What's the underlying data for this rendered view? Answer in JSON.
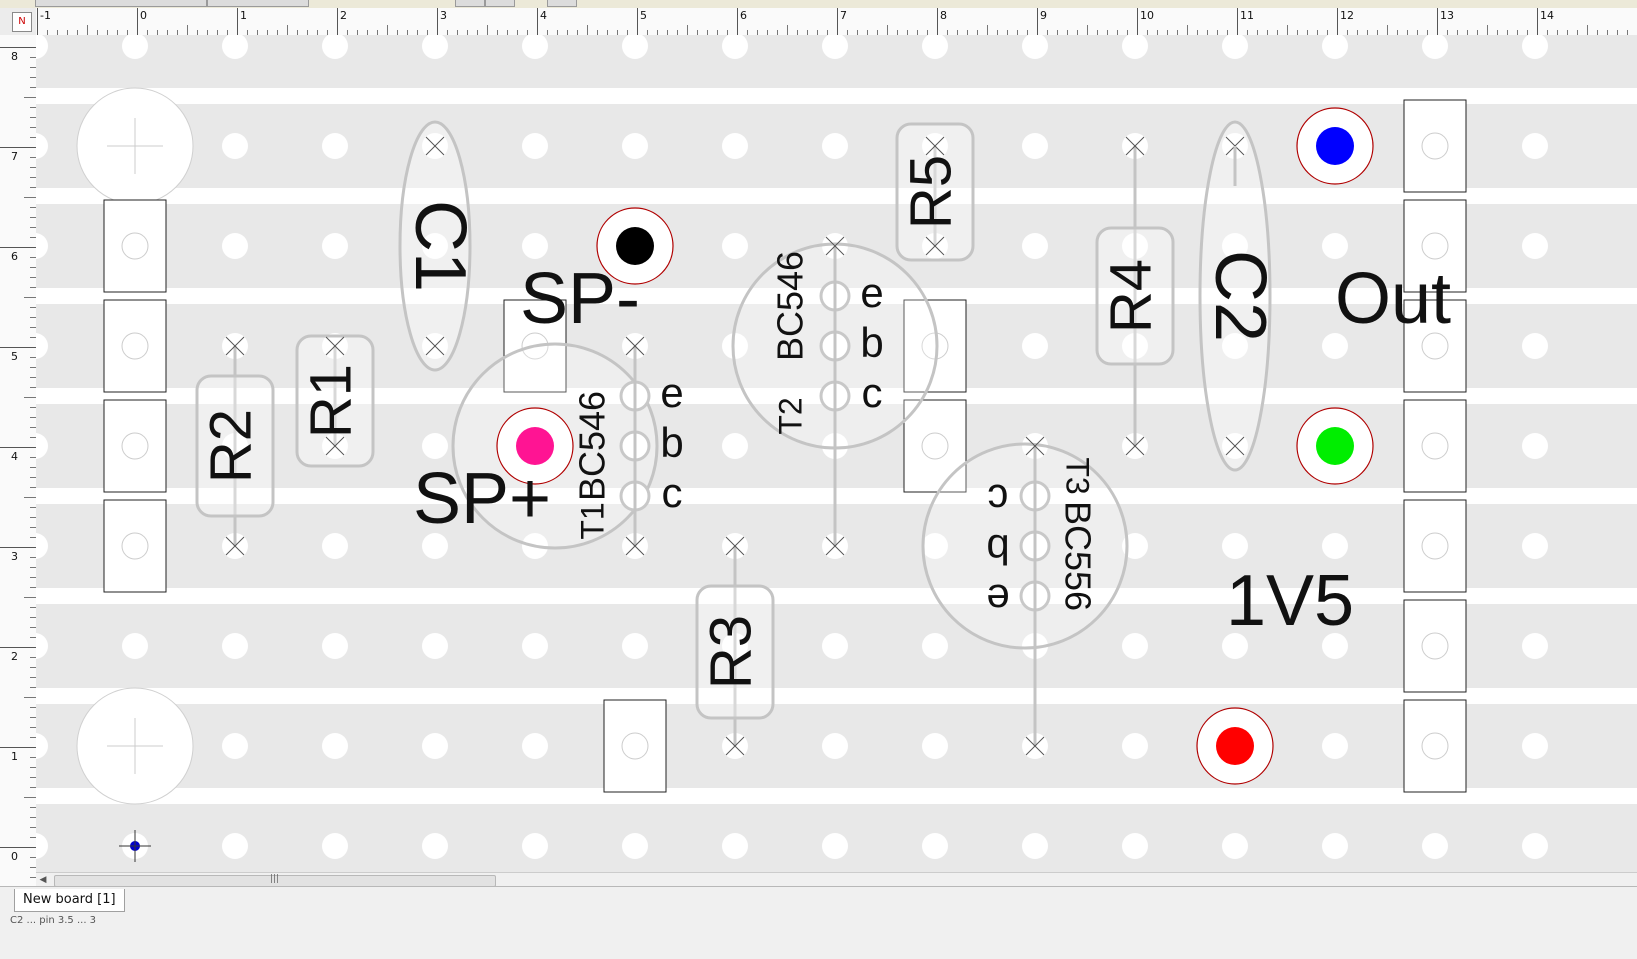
{
  "ruler": {
    "x_labels": [
      "-1",
      "0",
      "1",
      "2",
      "3",
      "4",
      "5",
      "6",
      "7",
      "8",
      "9",
      "10",
      "11",
      "12",
      "13",
      "14"
    ],
    "y_labels": [
      "8",
      "7",
      "6",
      "5",
      "4",
      "3",
      "2",
      "1",
      "0"
    ],
    "corner_label": "N"
  },
  "board": {
    "strip_color": "#e8e8e8",
    "hole_color": "#ffffff",
    "component_outline_color": "#c4c4c4",
    "components": {
      "c1": "C1",
      "c2": "C2",
      "r1": "R1",
      "r2": "R2",
      "r3": "R3",
      "r4": "R4",
      "r5": "R5",
      "t1_type": "BC546",
      "t1_name": "T1",
      "t2_type": "BC546",
      "t2_name": "T2",
      "t3_type": "BC556",
      "t3_name": "T3",
      "pin_e": "e",
      "pin_b": "b",
      "pin_c": "c"
    },
    "labels": {
      "sp_minus": "SP-",
      "sp_plus": "SP+",
      "out": "Out",
      "supply": "1V5"
    },
    "wire_colors": {
      "sp_minus": "#000000",
      "sp_plus": "#ff1493",
      "out_top": "#0000ff",
      "out_bottom": "#00ee00",
      "supply": "#ff0000"
    }
  },
  "tabs": [
    {
      "label": "New board [1]"
    }
  ],
  "status": {
    "text": "C2 ... pin 3.5 ... 3"
  }
}
